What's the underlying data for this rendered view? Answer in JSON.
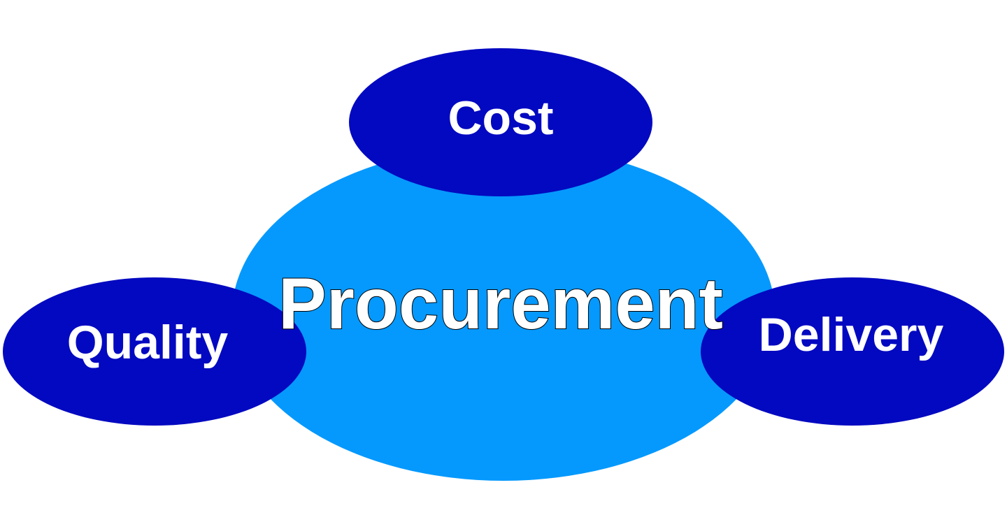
{
  "diagram": {
    "center": {
      "label": "Procurement",
      "fill": "#0599FD",
      "text_fill": "#FFFFFF",
      "text_stroke": "#000000"
    },
    "nodes": [
      {
        "id": "cost",
        "label": "Cost",
        "fill": "#0309C0",
        "text_fill": "#FFFFFF"
      },
      {
        "id": "quality",
        "label": "Quality",
        "fill": "#0309C0",
        "text_fill": "#FFFFFF"
      },
      {
        "id": "delivery",
        "label": "Delivery",
        "fill": "#0309C0",
        "text_fill": "#FFFFFF"
      }
    ]
  }
}
